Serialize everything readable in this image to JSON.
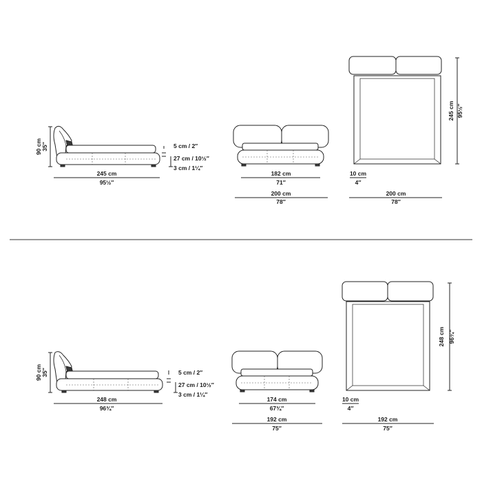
{
  "top": {
    "side": {
      "height_cm": "90 cm",
      "height_in": "35″",
      "length_cm": "245 cm",
      "length_in": "95½″",
      "detail": {
        "top_gap": "5 cm / 2″",
        "mattress": "27 cm / 10½″",
        "base": "3 cm / 1¼″"
      }
    },
    "front": {
      "inner_cm": "182 cm",
      "inner_in": "71″",
      "outer_cm": "200 cm",
      "outer_in": "78″"
    },
    "plan": {
      "depth_cm": "245 cm",
      "depth_in": "95½″",
      "frame_cm": "10 cm",
      "frame_in": "4″",
      "width_cm": "200 cm",
      "width_in": "78″"
    }
  },
  "bottom": {
    "side": {
      "height_cm": "90 cm",
      "height_in": "35″",
      "length_cm": "248 cm",
      "length_in": "96¾″",
      "detail": {
        "top_gap": "5 cm / 2″",
        "mattress": "27 cm / 10½″",
        "base": "3 cm / 1¼″"
      }
    },
    "front": {
      "inner_cm": "174 cm",
      "inner_in": "67¾″",
      "outer_cm": "192 cm",
      "outer_in": "75″"
    },
    "plan": {
      "depth_cm": "248 cm",
      "depth_in": "96¾″",
      "frame_cm": "10 cm",
      "frame_in": "4″",
      "width_cm": "192 cm",
      "width_in": "75″"
    }
  }
}
